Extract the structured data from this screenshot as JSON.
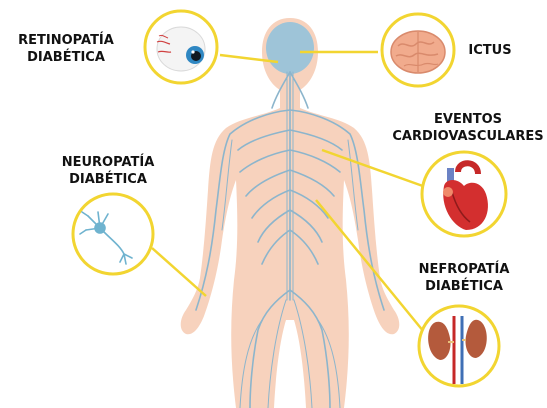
{
  "labels": {
    "retinopathy": [
      "RETINOPATÍA",
      "DIABÉTICA"
    ],
    "stroke": "ICTUS",
    "cardiovascular": [
      "EVENTOS",
      "CARDIOVASCULARES"
    ],
    "neuropathy": [
      "NEUROPATÍA",
      "DIABÉTICA"
    ],
    "nephropathy": [
      "NEFROPATÍA",
      "DIABÉTICA"
    ]
  },
  "colors": {
    "skin": "#f7d2bd",
    "nerves": "#8cb5cc",
    "brain_area": "#9ec4d8",
    "callout_ring": "#f2d531",
    "connector": "#f2d531"
  },
  "icons": {
    "retinopathy": "eye-icon",
    "stroke": "brain-icon",
    "cardiovascular": "heart-icon",
    "neuropathy": "neuron-icon",
    "nephropathy": "kidneys-icon"
  }
}
